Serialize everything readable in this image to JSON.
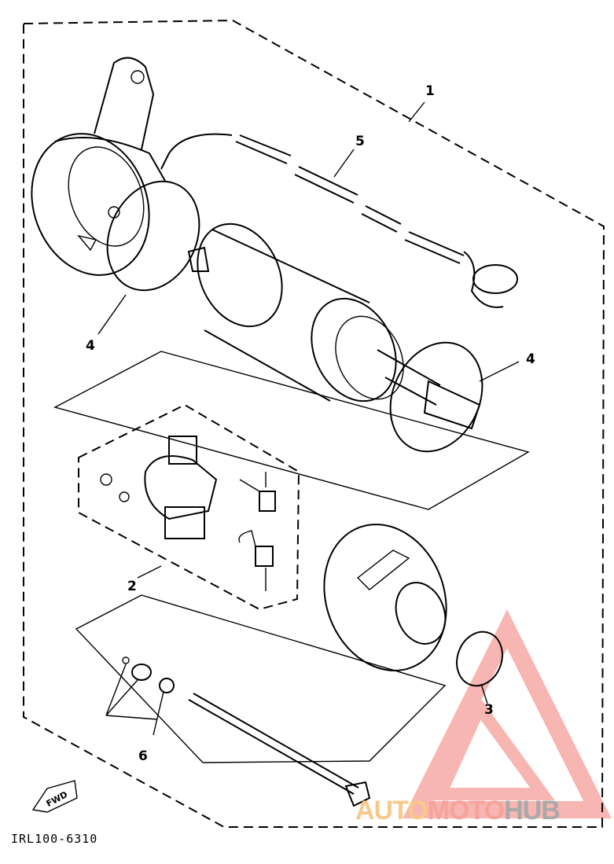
{
  "diagram_title_code": "IRL100-6310",
  "direction_arrow": "FWD",
  "callouts": {
    "c1": "1",
    "c5": "5",
    "c4a": "4",
    "c4b": "4",
    "c2": "2",
    "c3": "3",
    "c6": "6"
  },
  "watermark": {
    "part1": "AUTO",
    "part2": "MOTO",
    "part3": "HUB"
  },
  "colors": {
    "watermark_orange": "#f9c98a",
    "watermark_pink": "#f6a39c",
    "watermark_gray": "#a9a9a9"
  }
}
